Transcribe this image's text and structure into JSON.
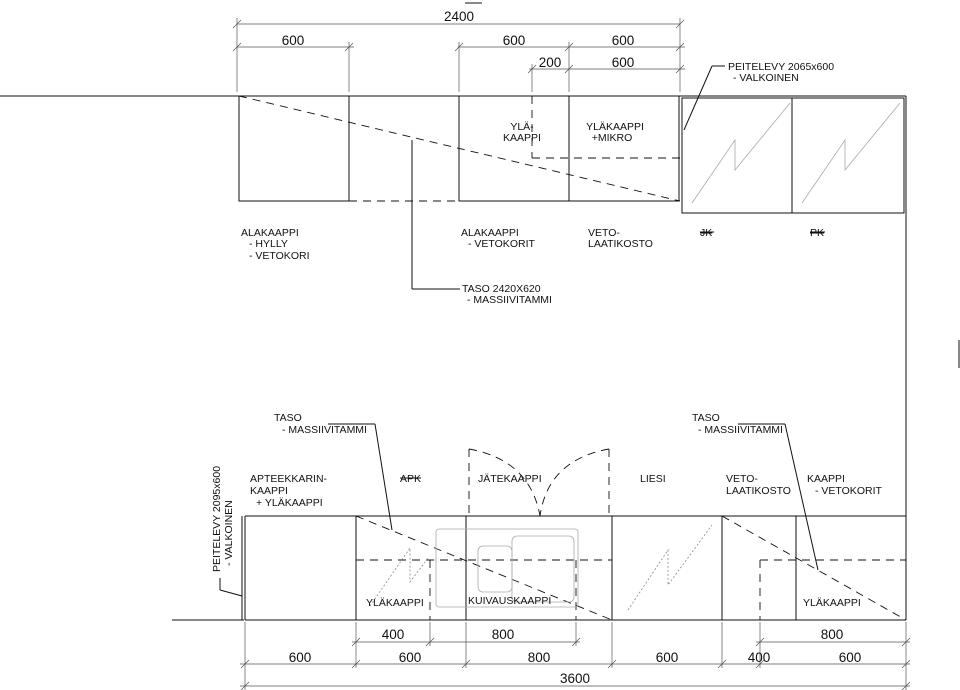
{
  "top_dimensions": {
    "overall": "2400",
    "left_cabinet": "600",
    "center_cabinet": "600",
    "right_cabinet": "600",
    "sub_200": "200",
    "sub_600": "600"
  },
  "top_labels": {
    "ylakaappi_1": "YLÄ-",
    "ylakaappi_2": "KAAPPI",
    "ylakaappi_mikro_1": "YLÄKAAPPI",
    "ylakaappi_mikro_2": "+MIKRO",
    "peitelevy_1": "PEITELEVY 2065x600",
    "peitelevy_2": "- VALKOINEN",
    "alakaappi_left_1": "ALAKAAPPI",
    "alakaappi_left_2": "- HYLLY",
    "alakaappi_left_3": "- VETOKORI",
    "alakaappi_center_1": "ALAKAAPPI",
    "alakaappi_center_2": "- VETOKORIT",
    "vetolaatikosto_1": "VETO-",
    "vetolaatikosto_2": "LAATIKOSTO",
    "jk": "JK",
    "pk": "PK",
    "taso_1": "TASO 2420X620",
    "taso_2": "- MASSIIVITAMMI"
  },
  "bottom_labels": {
    "taso_left_1": "TASO",
    "taso_left_2": "- MASSIIVITAMMI",
    "taso_right_1": "TASO",
    "taso_right_2": "- MASSIIVITAMMI",
    "apteekkari_1": "APTEEKKARIN-",
    "apteekkari_2": "KAAPPI",
    "apteekkari_3": "+ YLÄKAAPPI",
    "apk": "APK",
    "jatekaappi": "JÄTEKAAPPI",
    "liesi": "LIESI",
    "vetolaatikosto_1": "VETO-",
    "vetolaatikosto_2": "LAATIKOSTO",
    "kaappi_1": "KAAPPI",
    "kaappi_2": "- VETOKORIT",
    "peitelevy_1": "PEITELEVY 2095x600",
    "peitelevy_2": "- VALKOINEN",
    "ylakaappi_left": "YLÄKAAPPI",
    "kuivauskaappi": "KUIVAUSKAAPPI",
    "ylakaappi_right": "YLÄKAAPPI"
  },
  "bottom_dimensions": {
    "upper_400": "400",
    "upper_800": "800",
    "upper_800_right": "800",
    "d1": "600",
    "d2": "600",
    "d3": "800",
    "d4": "600",
    "d5": "400",
    "d6": "600",
    "overall": "3600"
  }
}
